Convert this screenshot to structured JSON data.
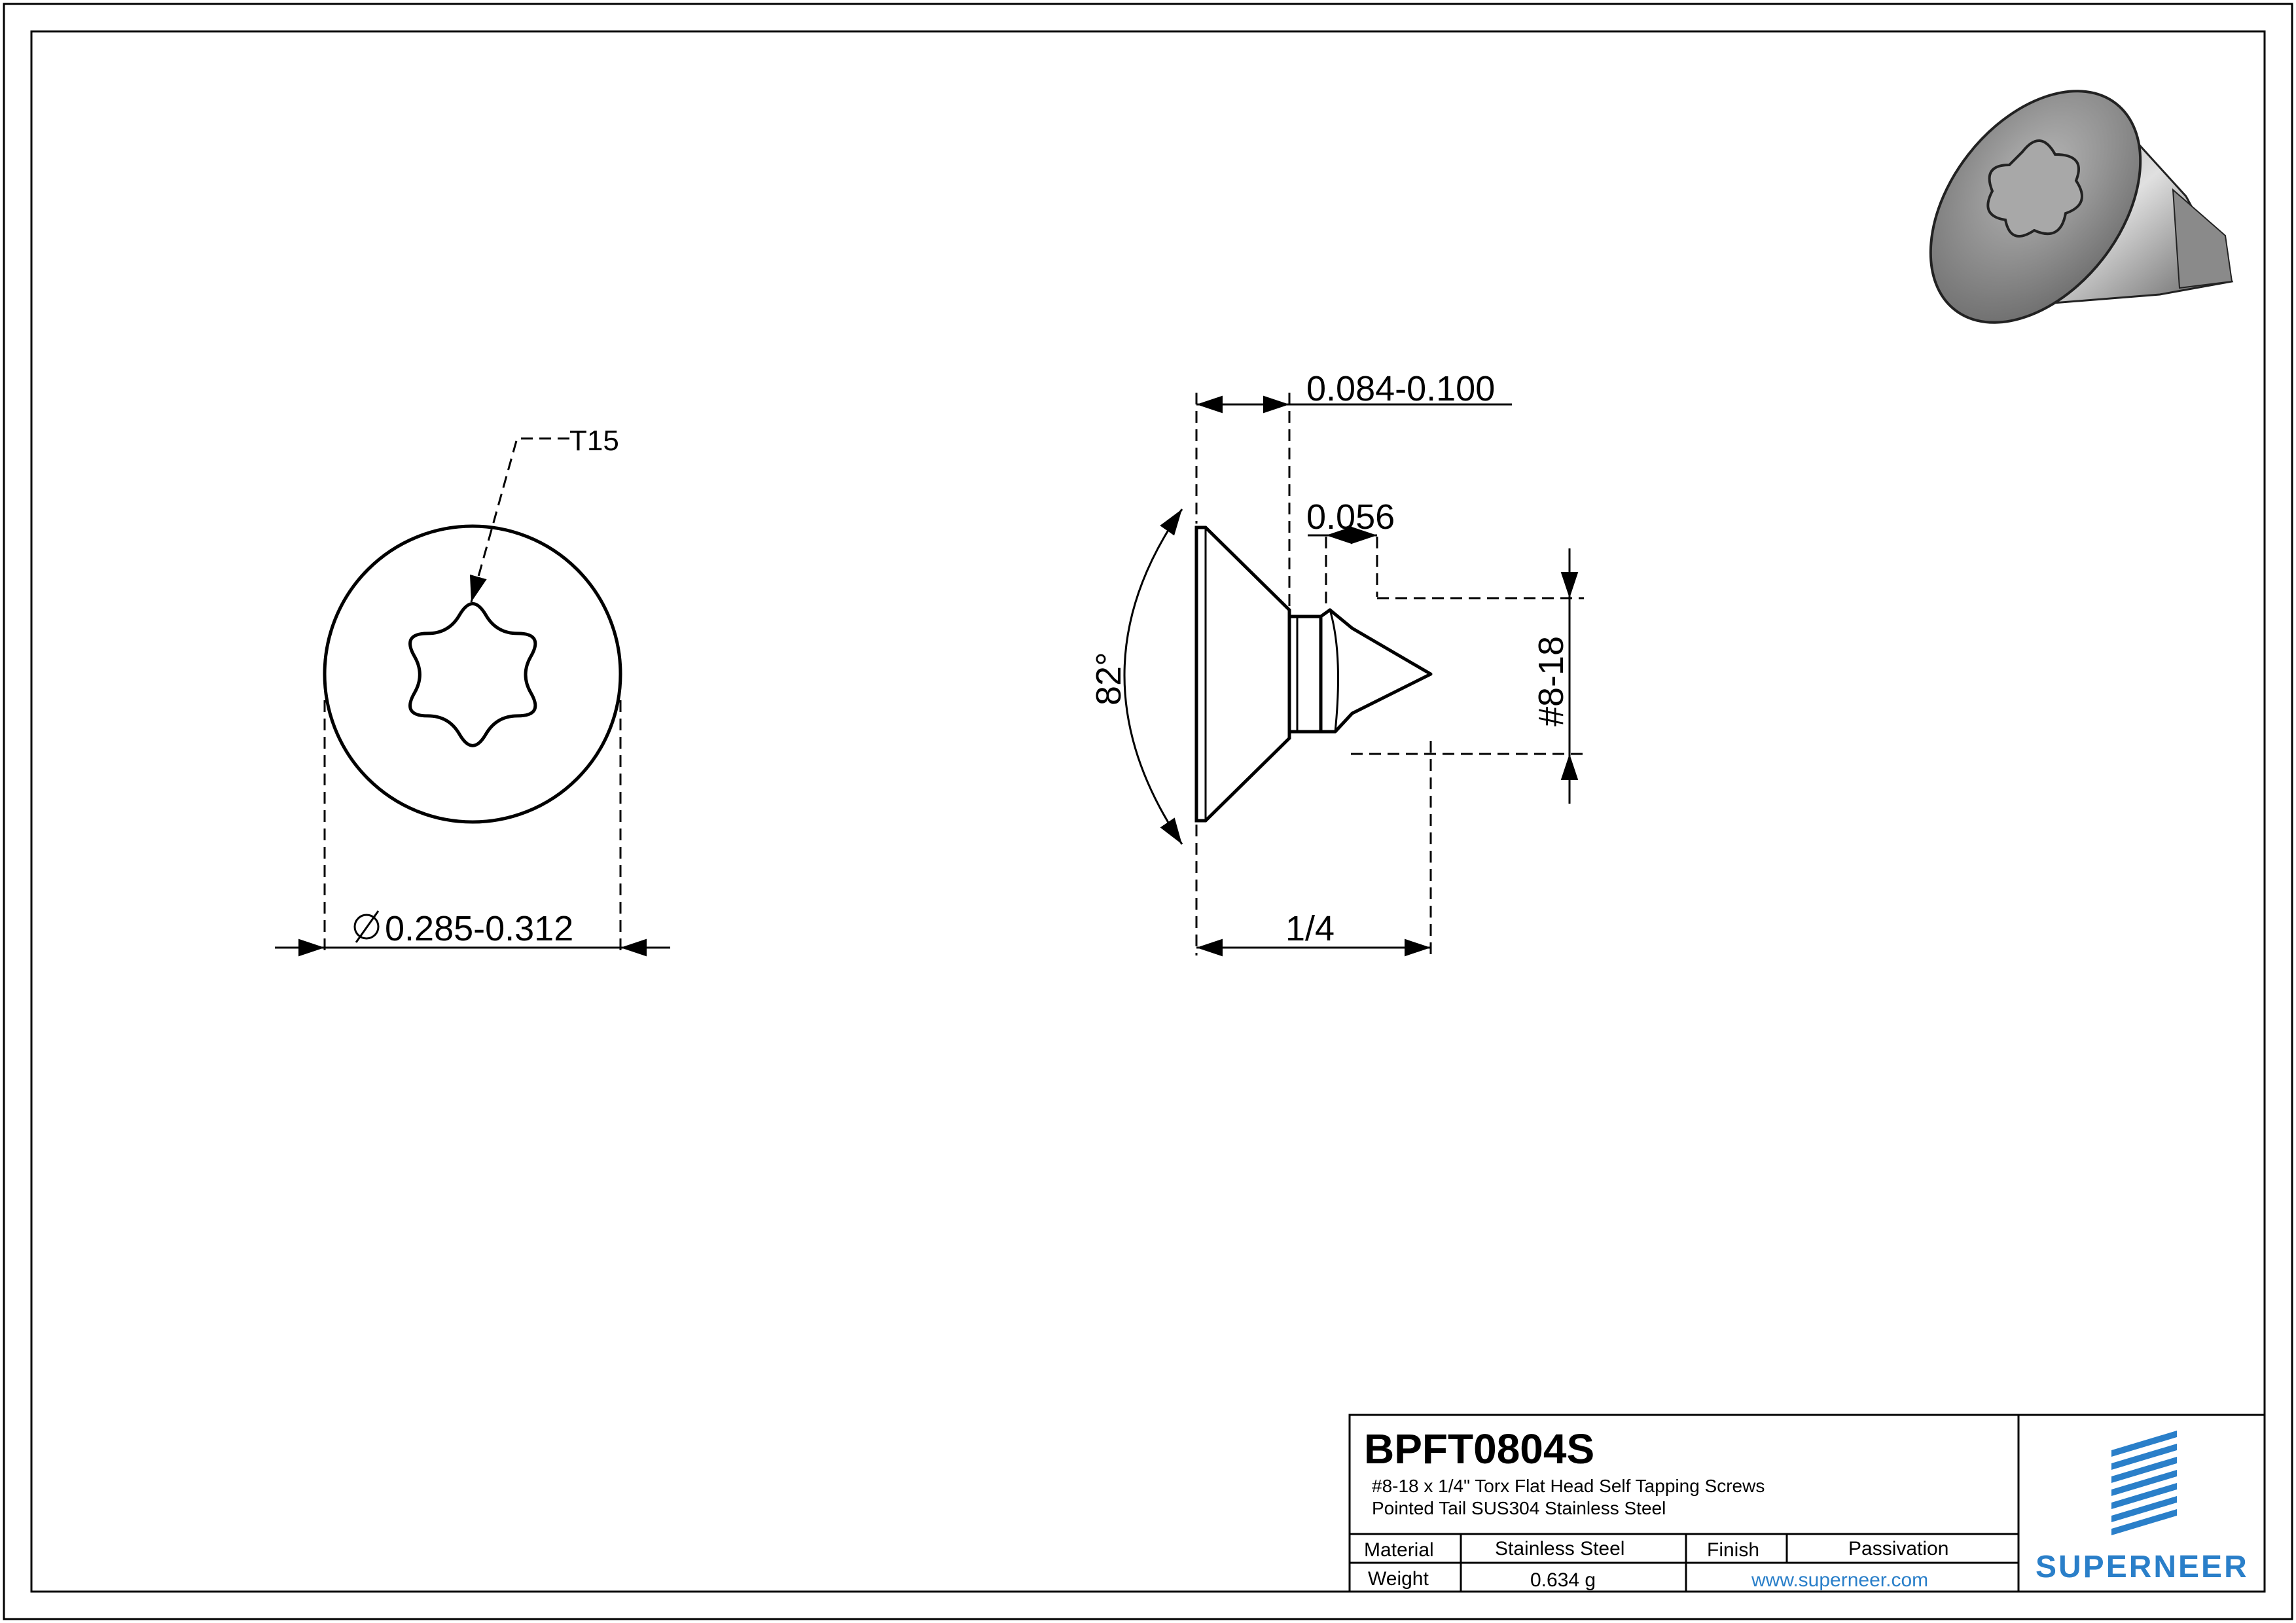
{
  "dimensions": {
    "drive_callout": "T15",
    "head_diameter": "0.285-0.312",
    "head_height": "0.084-0.100",
    "point_gap": "0.056",
    "countersink_angle": "82°",
    "thread_size": "#8-18",
    "length": "1/4"
  },
  "title_block": {
    "part_number": "BPFT0804S",
    "description_line1": "#8-18 x 1/4\" Torx Flat Head Self Tapping Screws",
    "description_line2": "Pointed Tail SUS304 Stainless Steel",
    "material_label": "Material",
    "material_value": "Stainless Steel",
    "finish_label": "Finish",
    "finish_value": "Passivation",
    "weight_label": "Weight",
    "weight_value": "0.634 g",
    "website": "www.superneer.com",
    "brand": "SUPERNEER"
  },
  "colors": {
    "brand_blue": "#2a7fc9",
    "line": "#000000"
  },
  "icons": {
    "diameter_symbol": "diameter-symbol-icon",
    "logo": "superneer-stripes-logo-icon"
  }
}
